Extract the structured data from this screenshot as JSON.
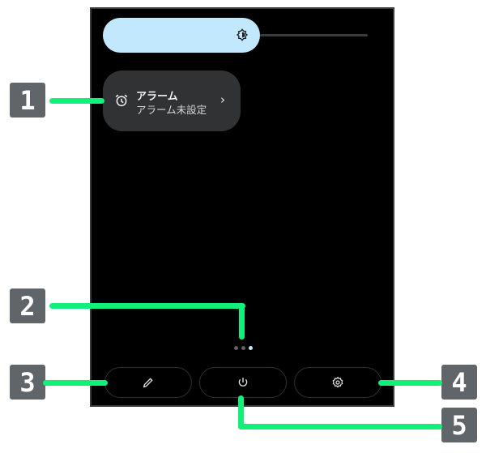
{
  "quick_settings": {
    "brightness": {
      "icon": "brightness-icon",
      "level": 0.55
    },
    "alarm_tile": {
      "icon": "alarm-clock-icon",
      "title": "アラーム",
      "subtitle": "アラーム未設定",
      "chevron": "›"
    },
    "page_indicator": {
      "pages": 3,
      "current": 3
    },
    "bottom_buttons": [
      {
        "icon": "pencil-icon",
        "action": "edit"
      },
      {
        "icon": "power-icon",
        "action": "power"
      },
      {
        "icon": "gear-icon",
        "action": "settings"
      }
    ]
  },
  "callouts": [
    "1",
    "2",
    "3",
    "4",
    "5"
  ],
  "colors": {
    "accent": "#c2e8fd",
    "callout_line": "#10f07a",
    "badge": "#5f6568",
    "tile": "#303233"
  }
}
